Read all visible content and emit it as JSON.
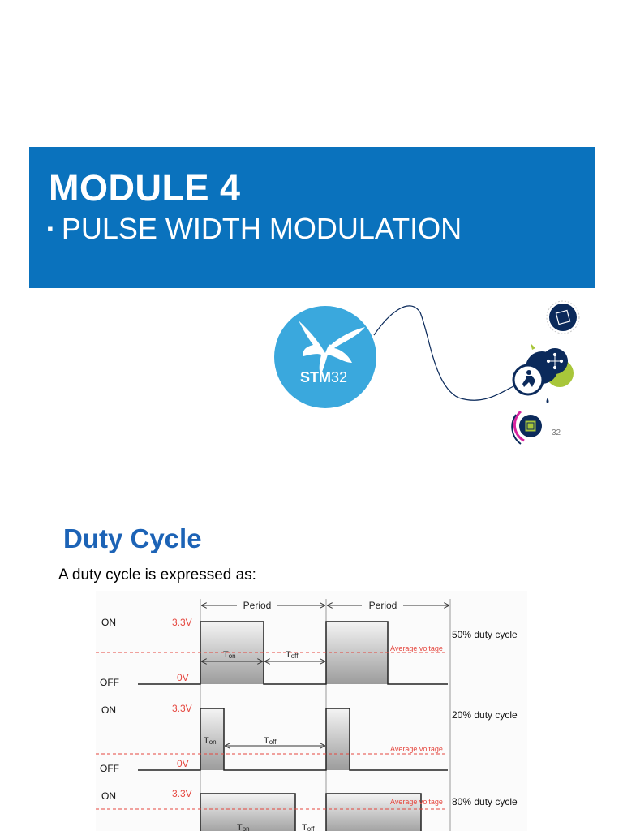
{
  "slide1": {
    "title": "MODULE 4",
    "bullet": "▪",
    "subtitle": "PULSE WIDTH MODULATION",
    "logo_text": "STM",
    "logo_text_suffix": "32",
    "page_number": "32",
    "colors": {
      "banner": "#0a72bd",
      "logo": "#3aa8dd",
      "navy": "#0b2a5b",
      "lime": "#a8c63a",
      "magenta": "#d6249f"
    }
  },
  "slide2": {
    "title": "Duty Cycle",
    "intro": "A duty cycle is expressed as:",
    "diagram": {
      "period_label": "Period",
      "on_label": "ON",
      "off_label": "OFF",
      "high_voltage": "3.3V",
      "low_voltage": "0V",
      "ton_main": "T",
      "ton_sub": "on",
      "toff_main": "T",
      "toff_sub": "off",
      "average_voltage": "Average voltage",
      "rows": [
        {
          "duty_label": "50% duty cycle"
        },
        {
          "duty_label": "20% duty cycle"
        },
        {
          "duty_label": "80% duty cycle"
        }
      ],
      "colors": {
        "voltage_label": "#e5473f",
        "average_line": "#e5473f",
        "signal": "#222222"
      }
    }
  }
}
